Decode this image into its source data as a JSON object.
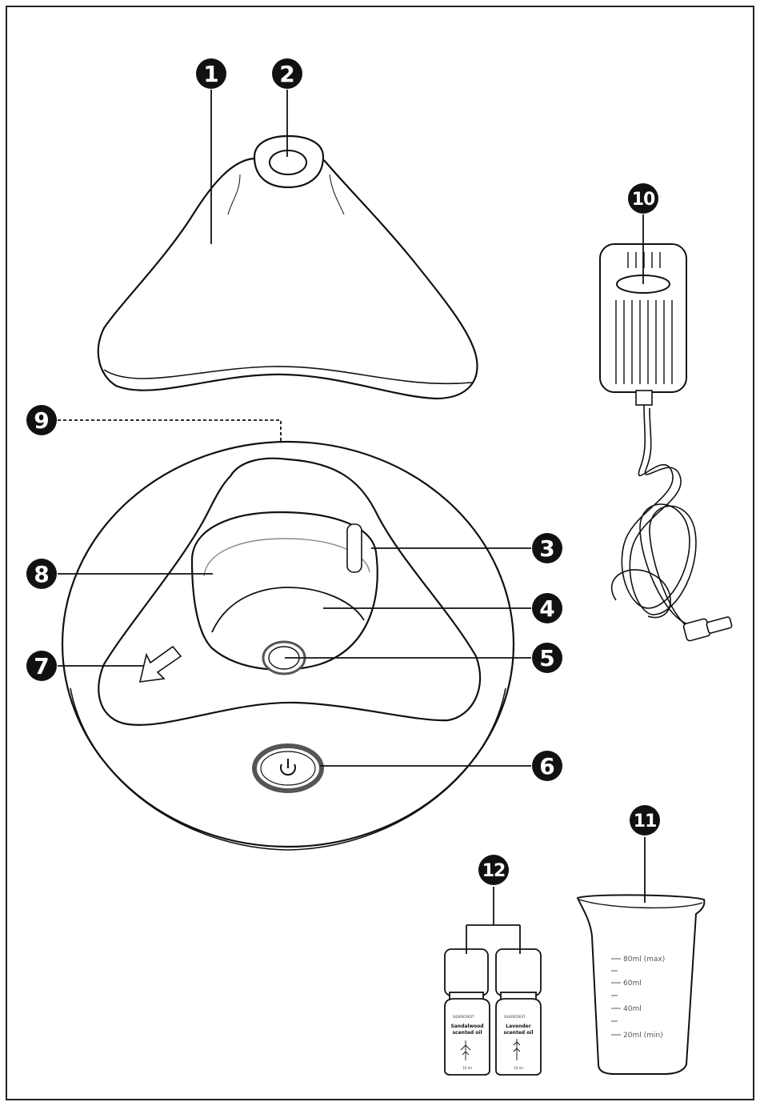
{
  "callouts": [
    {
      "id": "1",
      "label": "1"
    },
    {
      "id": "2",
      "label": "2"
    },
    {
      "id": "3",
      "label": "3"
    },
    {
      "id": "4",
      "label": "4"
    },
    {
      "id": "5",
      "label": "5"
    },
    {
      "id": "6",
      "label": "6"
    },
    {
      "id": "7",
      "label": "7"
    },
    {
      "id": "8",
      "label": "8"
    },
    {
      "id": "9",
      "label": "9"
    },
    {
      "id": "10",
      "label": "10"
    },
    {
      "id": "11",
      "label": "11"
    },
    {
      "id": "12",
      "label": "12"
    }
  ],
  "measuring_cup": {
    "marks": [
      "80ml (max)",
      "60ml",
      "40ml",
      "20ml (min)"
    ]
  },
  "bottles": [
    {
      "brand": "SILVERCREST",
      "name_line1": "Sandalwood",
      "name_line2": "scented oil",
      "volume": "10 ml"
    },
    {
      "brand": "SILVERCREST",
      "name_line1": "Lavender",
      "name_line2": "scented oil",
      "volume": "10 ml"
    }
  ]
}
